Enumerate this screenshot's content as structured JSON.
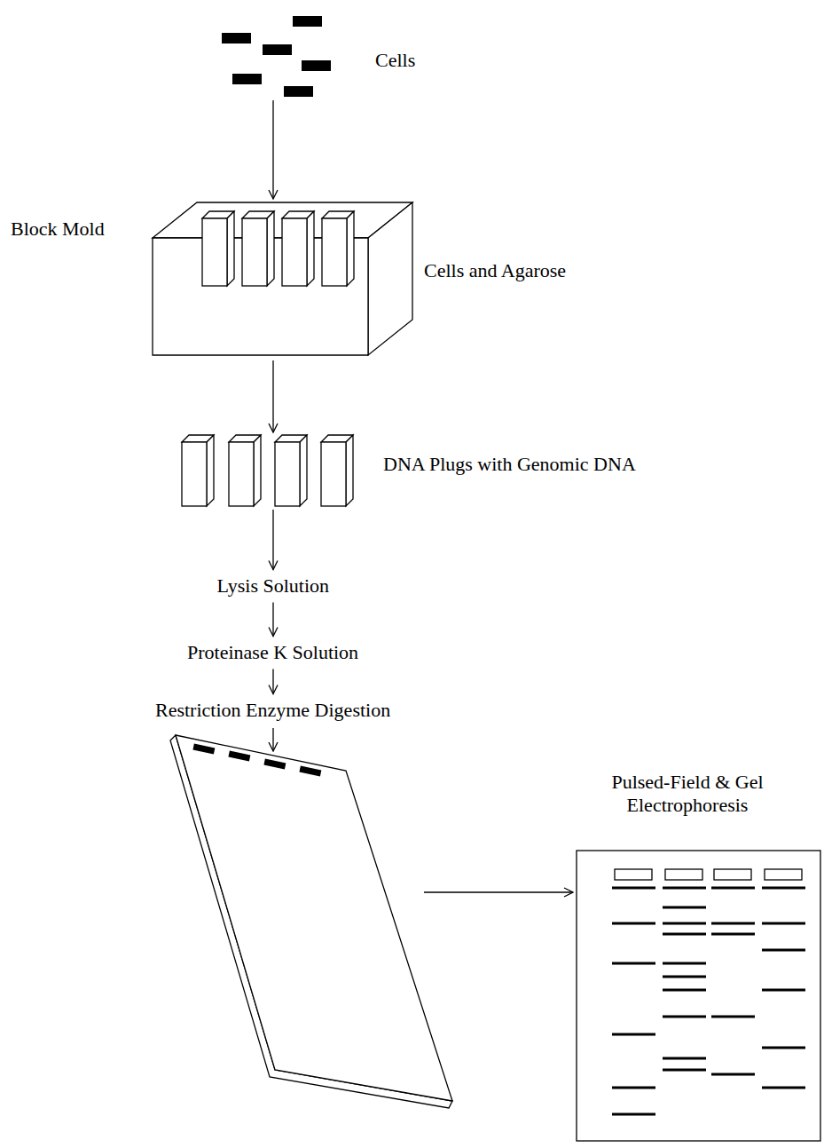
{
  "diagram": {
    "nodes": [
      {
        "text": [
          "Cells"
        ]
      },
      {
        "text": [
          "Block Mold",
          "Cells and Agarose"
        ]
      },
      {
        "text": [
          "DNA Plugs with Genomic DNA"
        ]
      },
      {
        "text": [
          "Lysis Solution"
        ]
      },
      {
        "text": [
          "Proteinase K Solution"
        ]
      },
      {
        "text": [
          "Restriction Enzyme Digestion"
        ]
      },
      {
        "text": [
          "Pulsed-Field & Gel Electrophoresis"
        ]
      }
    ],
    "edges": [
      {
        "from": 0,
        "to": 1,
        "arrow": "to"
      },
      {
        "from": 1,
        "to": 2,
        "arrow": "to"
      },
      {
        "from": 2,
        "to": 3,
        "arrow": "to"
      },
      {
        "from": 3,
        "to": 4,
        "arrow": "to"
      },
      {
        "from": 4,
        "to": 5,
        "arrow": "to"
      }
    ]
  }
}
